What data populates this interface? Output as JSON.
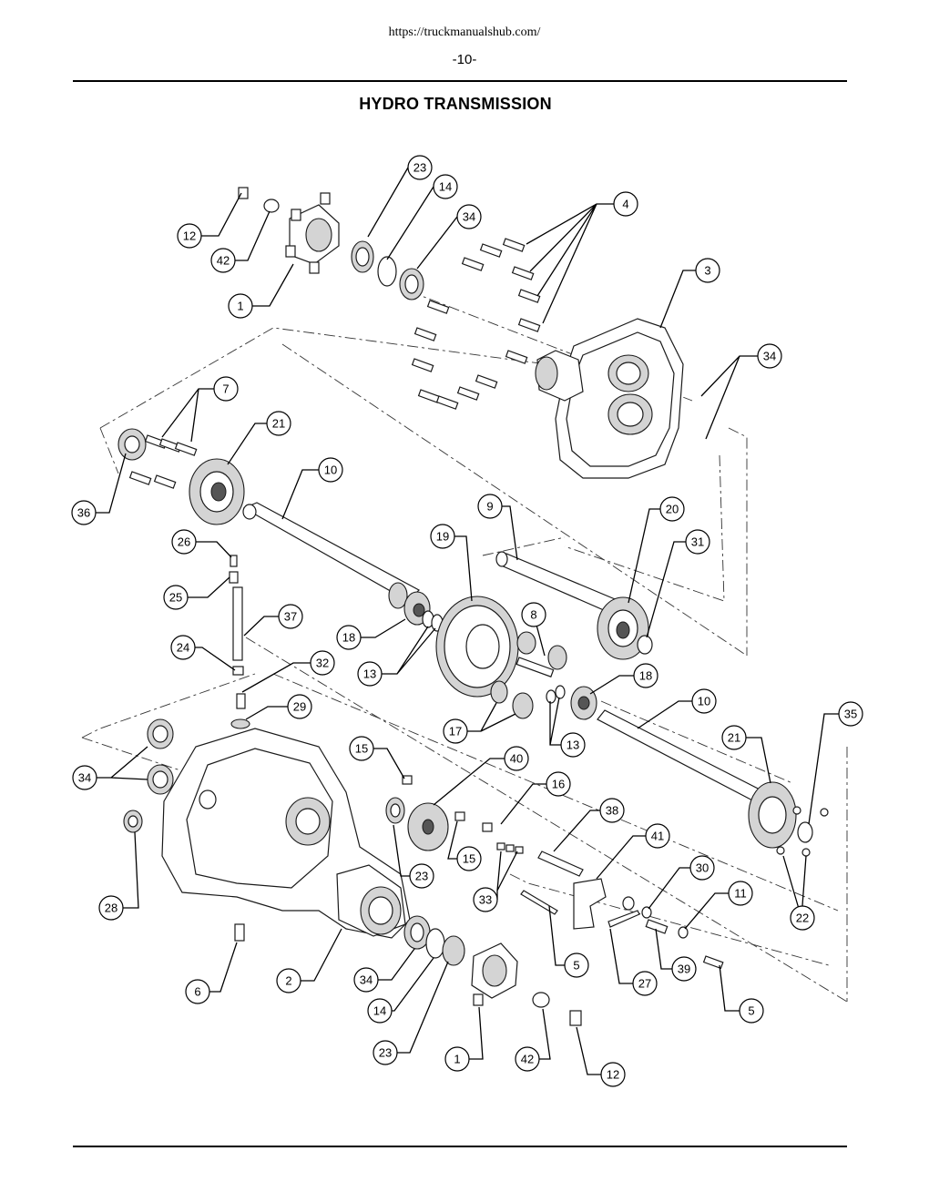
{
  "header": {
    "url": "https://truckmanualshub.com/",
    "page_number": "-10-"
  },
  "title": "HYDRO TRANSMISSION",
  "callouts": [
    "23",
    "14",
    "4",
    "12",
    "34",
    "42",
    "1",
    "3",
    "34",
    "7",
    "21",
    "36",
    "10",
    "9",
    "20",
    "26",
    "19",
    "31",
    "25",
    "37",
    "8",
    "18",
    "24",
    "32",
    "13",
    "18",
    "29",
    "17",
    "13",
    "10",
    "35",
    "21",
    "34",
    "15",
    "40",
    "16",
    "38",
    "28",
    "23",
    "15",
    "41",
    "33",
    "30",
    "11",
    "22",
    "6",
    "2",
    "34",
    "5",
    "27",
    "39",
    "5",
    "14",
    "23",
    "1",
    "42",
    "12"
  ]
}
